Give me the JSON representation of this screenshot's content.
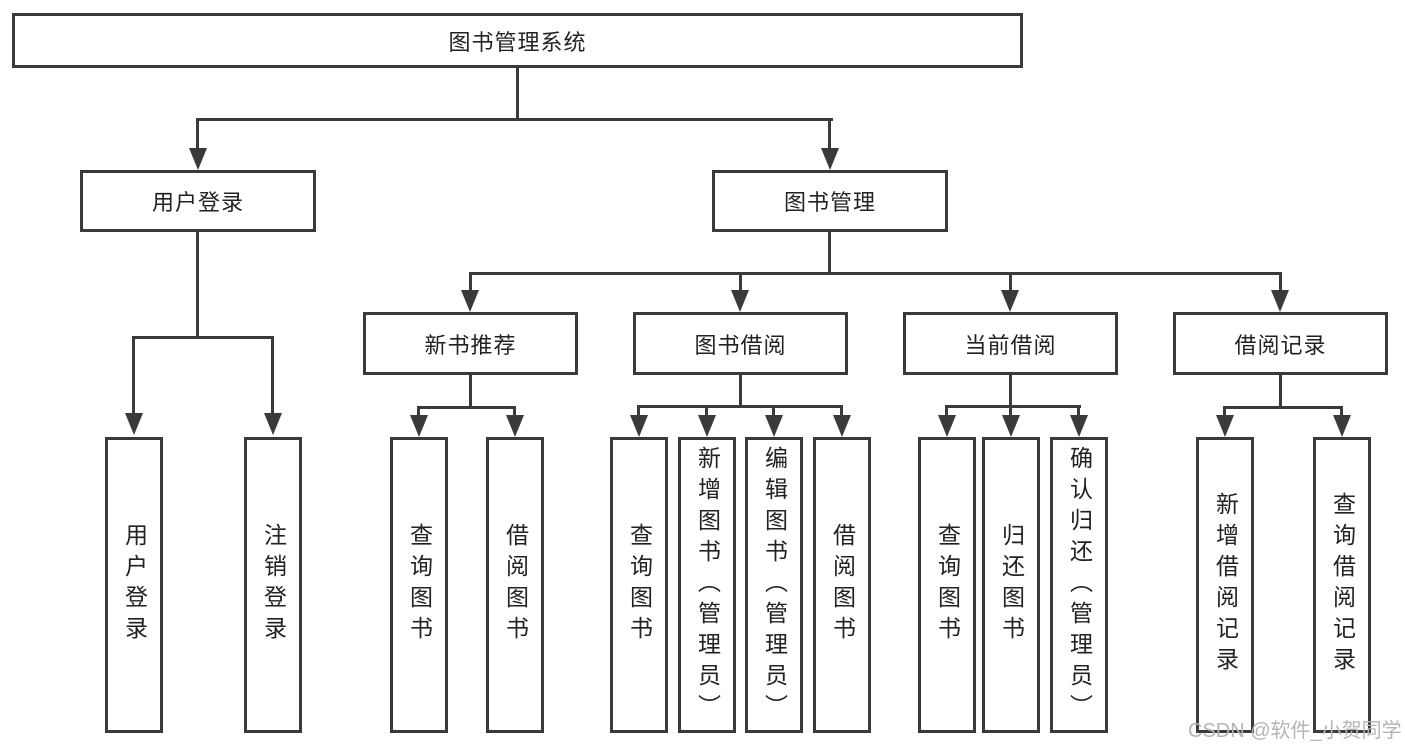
{
  "colors": {
    "line": "#3a3a3a",
    "box_background": "#ffffff",
    "text": "#222222",
    "watermark": "#b5b5b5"
  },
  "watermark": {
    "text": "CSDN @软件_小贺同学"
  },
  "diagram": {
    "type": "hierarchy-tree",
    "root": {
      "label": "图书管理系统"
    },
    "branches": [
      {
        "label": "用户登录",
        "children": [
          {
            "label": "用户登录"
          },
          {
            "label": "注销登录"
          }
        ]
      },
      {
        "label": "图书管理",
        "children": [
          {
            "label": "新书推荐",
            "children": [
              {
                "label": "查询图书"
              },
              {
                "label": "借阅图书"
              }
            ]
          },
          {
            "label": "图书借阅",
            "children": [
              {
                "label": "查询图书"
              },
              {
                "label": "新增图书（管理员）"
              },
              {
                "label": "编辑图书（管理员）"
              },
              {
                "label": "借阅图书"
              }
            ]
          },
          {
            "label": "当前借阅",
            "children": [
              {
                "label": "查询图书"
              },
              {
                "label": "归还图书"
              },
              {
                "label": "确认归还（管理员）"
              }
            ]
          },
          {
            "label": "借阅记录",
            "children": [
              {
                "label": "新增借阅记录"
              },
              {
                "label": "查询借阅记录"
              }
            ]
          }
        ]
      }
    ]
  }
}
